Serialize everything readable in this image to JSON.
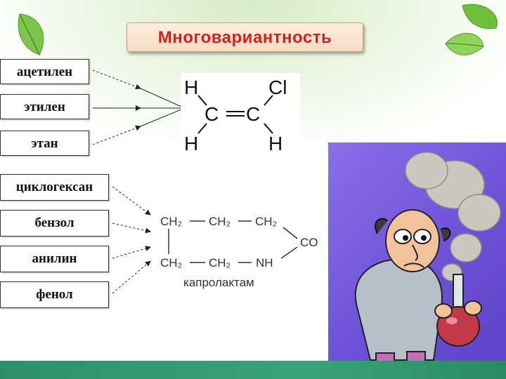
{
  "title": "Многовариантность",
  "group1": {
    "items": [
      {
        "label": "ацетилен"
      },
      {
        "label": "этилен"
      },
      {
        "label": "этан"
      }
    ]
  },
  "group2": {
    "items": [
      {
        "label": "циклогексан"
      },
      {
        "label": "бензол"
      },
      {
        "label": "анилин"
      },
      {
        "label": "фенол"
      }
    ]
  },
  "vinyl_chloride": {
    "h_top_left": "H",
    "cl_top_right": "Cl",
    "c_left": "C",
    "c_right": "C",
    "h_bottom_left": "H",
    "h_bottom_right": "H"
  },
  "caprolactam": {
    "top_row": [
      "CH₂",
      "CH₂",
      "CH₂"
    ],
    "co": "CO",
    "bottom_row": [
      "CH₂",
      "CH₂",
      "NH"
    ],
    "name": "капролактам"
  },
  "colors": {
    "title_text": "#d42020",
    "bottom_bar": "#2f8f6a",
    "cartoon_bg": "#6b4fd6"
  }
}
